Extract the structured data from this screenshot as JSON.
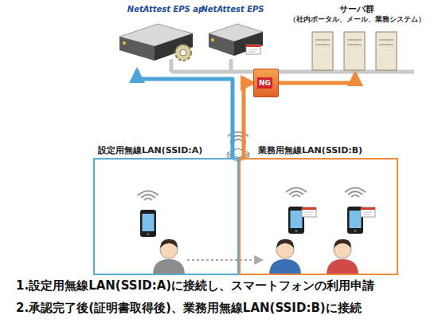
{
  "diagram": {
    "nodes": [
      {
        "text": [
          "NetAttest EPS ap"
        ]
      },
      {
        "text": [
          "NetAttest EPS"
        ]
      },
      {
        "text": [
          "サーバ群",
          "（社内ポータル、メール、業務システム）"
        ]
      },
      {
        "text": [
          "NG"
        ]
      },
      {
        "text": [
          "設定用無線LAN(SSID:A)"
        ]
      },
      {
        "text": [
          "業務用無線LAN(SSID:B)"
        ]
      }
    ],
    "edges": [
      {
        "from": 4,
        "to": 0,
        "arrow": "to"
      },
      {
        "from": 5,
        "to": 3,
        "arrow": "to"
      },
      {
        "from": 3,
        "to": 2,
        "arrow": "to"
      }
    ],
    "labels": [
      "1.設定用無線LAN(SSID:A)に接続し、スマートフォンの利用申請",
      "2.承認完了後(証明書取得後)、業務用無線LAN(SSID:B)に接続"
    ]
  }
}
